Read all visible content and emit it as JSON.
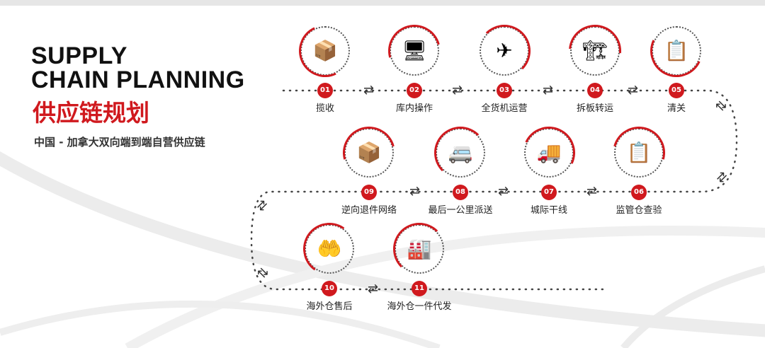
{
  "title_en_line1": "SUPPLY",
  "title_en_line2": "CHAIN PLANNING",
  "title_cn": "供应链规划",
  "subtitle": "中国 - 加拿大双向端到端自营供应链",
  "accent_color": "#d0191e",
  "steps": [
    {
      "num": "01",
      "label": "揽收",
      "icon": "hand-truck-worker"
    },
    {
      "num": "02",
      "label": "库内操作",
      "icon": "warehouse-monitor"
    },
    {
      "num": "03",
      "label": "全货机运营",
      "icon": "airplane"
    },
    {
      "num": "04",
      "label": "拆板转运",
      "icon": "forklift"
    },
    {
      "num": "05",
      "label": "清关",
      "icon": "customs-documents"
    },
    {
      "num": "06",
      "label": "监管仓查验",
      "icon": "clipboard-inspection"
    },
    {
      "num": "07",
      "label": "城际干线",
      "icon": "truck-city"
    },
    {
      "num": "08",
      "label": "最后一公里派送",
      "icon": "delivery-van"
    },
    {
      "num": "09",
      "label": "逆向退件网络",
      "icon": "return-package"
    },
    {
      "num": "10",
      "label": "海外仓售后",
      "icon": "hands-box"
    },
    {
      "num": "11",
      "label": "海外仓一件代发",
      "icon": "overseas-warehouse"
    }
  ]
}
